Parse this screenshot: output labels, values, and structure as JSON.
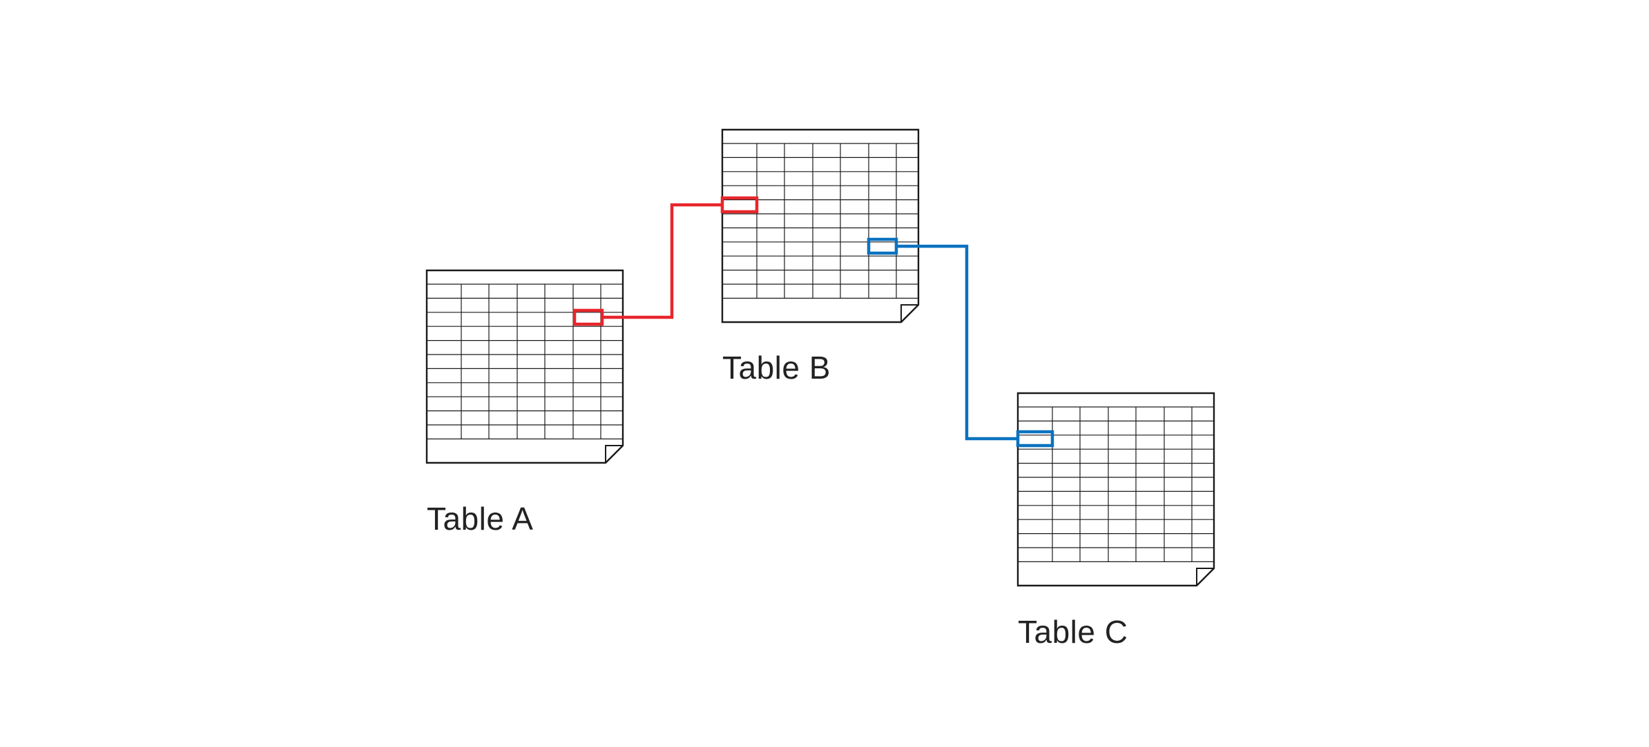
{
  "colors": {
    "stroke": "#1a1a1a",
    "link_red": "#e8262b",
    "link_blue": "#0a72c0",
    "background": "#ffffff"
  },
  "tables": [
    {
      "id": "a",
      "label": "Table A",
      "icon": "spreadsheet-icon"
    },
    {
      "id": "b",
      "label": "Table B",
      "icon": "spreadsheet-icon"
    },
    {
      "id": "c",
      "label": "Table C",
      "icon": "spreadsheet-icon"
    }
  ],
  "links": [
    {
      "from": "a",
      "to": "b",
      "color_key": "link_red"
    },
    {
      "from": "b",
      "to": "c",
      "color_key": "link_blue"
    }
  ]
}
